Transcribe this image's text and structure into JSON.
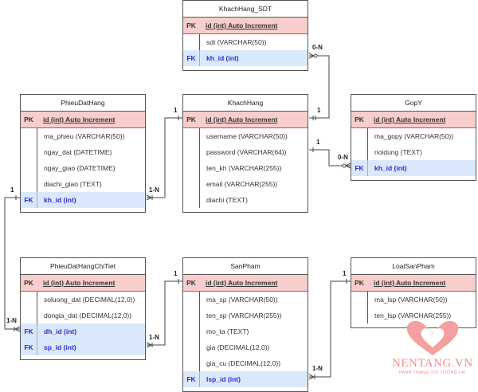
{
  "tables": [
    {
      "id": "khachhang_sdt",
      "name": "KhachHang_SDT",
      "rows": [
        {
          "key": "PK",
          "field": "id (int) Auto Increment",
          "kind": "pk"
        },
        {
          "key": "",
          "field": "sdt (VARCHAR(50))",
          "kind": "normal"
        },
        {
          "key": "FK",
          "field": "kh_id (int)",
          "kind": "fk"
        }
      ]
    },
    {
      "id": "phieudathang",
      "name": "PhieuDatHang",
      "rows": [
        {
          "key": "PK",
          "field": "id (int) Auto Increment",
          "kind": "pk"
        },
        {
          "key": "",
          "field": "ma_phieu (VARCHAR(50))",
          "kind": "normal"
        },
        {
          "key": "",
          "field": "ngay_dat (DATETIME)",
          "kind": "normal"
        },
        {
          "key": "",
          "field": "ngay_giao (DATETIME)",
          "kind": "normal"
        },
        {
          "key": "",
          "field": "diachi_giao (TEXT)",
          "kind": "normal"
        },
        {
          "key": "FK",
          "field": "kh_id (int)",
          "kind": "fk"
        }
      ]
    },
    {
      "id": "khachhang",
      "name": "KhachHang",
      "rows": [
        {
          "key": "PK",
          "field": "id (int) Auto Increment",
          "kind": "pk"
        },
        {
          "key": "",
          "field": "username (VARCHAR(50))",
          "kind": "normal"
        },
        {
          "key": "",
          "field": "password (VARCHAR(64))",
          "kind": "normal"
        },
        {
          "key": "",
          "field": "ten_kh (VARCHAR(255))",
          "kind": "normal"
        },
        {
          "key": "",
          "field": "email (VARCHAR(255))",
          "kind": "normal"
        },
        {
          "key": "",
          "field": "diachi (TEXT)",
          "kind": "normal"
        }
      ]
    },
    {
      "id": "gopy",
      "name": "GopY",
      "rows": [
        {
          "key": "PK",
          "field": "id (int) Auto Increment",
          "kind": "pk"
        },
        {
          "key": "",
          "field": "ma_gopy (VARCHAR(50))",
          "kind": "normal"
        },
        {
          "key": "",
          "field": "noidung (TEXT)",
          "kind": "normal"
        },
        {
          "key": "FK",
          "field": "kh_id (int)",
          "kind": "fk"
        }
      ]
    },
    {
      "id": "phieudathangchitiet",
      "name": "PhieuDatHangChiTiet",
      "rows": [
        {
          "key": "PK",
          "field": "id (int) Auto Increment",
          "kind": "pk"
        },
        {
          "key": "",
          "field": "soluong_dat (DECIMAL(12,0))",
          "kind": "normal"
        },
        {
          "key": "",
          "field": "dongia_dat (DECIMAL(12,0))",
          "kind": "normal"
        },
        {
          "key": "FK",
          "field": "dh_id (int)",
          "kind": "fk"
        },
        {
          "key": "FK",
          "field": "sp_id (int)",
          "kind": "fk"
        }
      ]
    },
    {
      "id": "sanpham",
      "name": "SanPham",
      "rows": [
        {
          "key": "PK",
          "field": "id (int) Auto Increment",
          "kind": "pk"
        },
        {
          "key": "",
          "field": "ma_sp (VARCHAR(50))",
          "kind": "normal"
        },
        {
          "key": "",
          "field": "ten_sp (VARCHAR(255))",
          "kind": "normal"
        },
        {
          "key": "",
          "field": "mo_ta (TEXT)",
          "kind": "normal"
        },
        {
          "key": "",
          "field": "gia (DECIMAL(12,0))",
          "kind": "normal"
        },
        {
          "key": "",
          "field": "gia_cu (DECIMAL(12,0))",
          "kind": "normal"
        },
        {
          "key": "FK",
          "field": "lsp_id (int)",
          "kind": "fk"
        }
      ]
    },
    {
      "id": "loaisanpham",
      "name": "LoaiSanPham",
      "rows": [
        {
          "key": "PK",
          "field": "id (int) Auto Increment",
          "kind": "pk"
        },
        {
          "key": "",
          "field": "ma_lsp (VARCHAR(50))",
          "kind": "normal"
        },
        {
          "key": "",
          "field": "ten_lsp (VARCHAR(255))",
          "kind": "normal"
        }
      ]
    }
  ],
  "relations": [
    {
      "from": "KhachHang_SDT.kh_id",
      "to": "KhachHang.id",
      "many": "0-N",
      "one": "1"
    },
    {
      "from": "GopY.kh_id",
      "to": "KhachHang",
      "many": "0-N",
      "one": "1"
    },
    {
      "from": "PhieuDatHang.kh_id",
      "to": "KhachHang.id",
      "many": "1-N",
      "one": "1"
    },
    {
      "from": "PhieuDatHangChiTiet.dh_id",
      "to": "PhieuDatHang",
      "many": "1-N",
      "one": "1"
    },
    {
      "from": "PhieuDatHangChiTiet.sp_id",
      "to": "SanPham.id",
      "many": "1-N",
      "one": "1"
    },
    {
      "from": "SanPham.lsp_id",
      "to": "LoaiSanPham.id",
      "many": "1-N",
      "one": "1"
    }
  ],
  "watermark": {
    "brand": "NENTANG.VN",
    "tagline": "HÀNH TRANG TỚI TƯƠNG LAI",
    "color": "#f08c8c"
  },
  "colors": {
    "pk_row": "#f8cecc",
    "fk_row": "#dae8fc",
    "fk_text": "#2b2bd4"
  }
}
